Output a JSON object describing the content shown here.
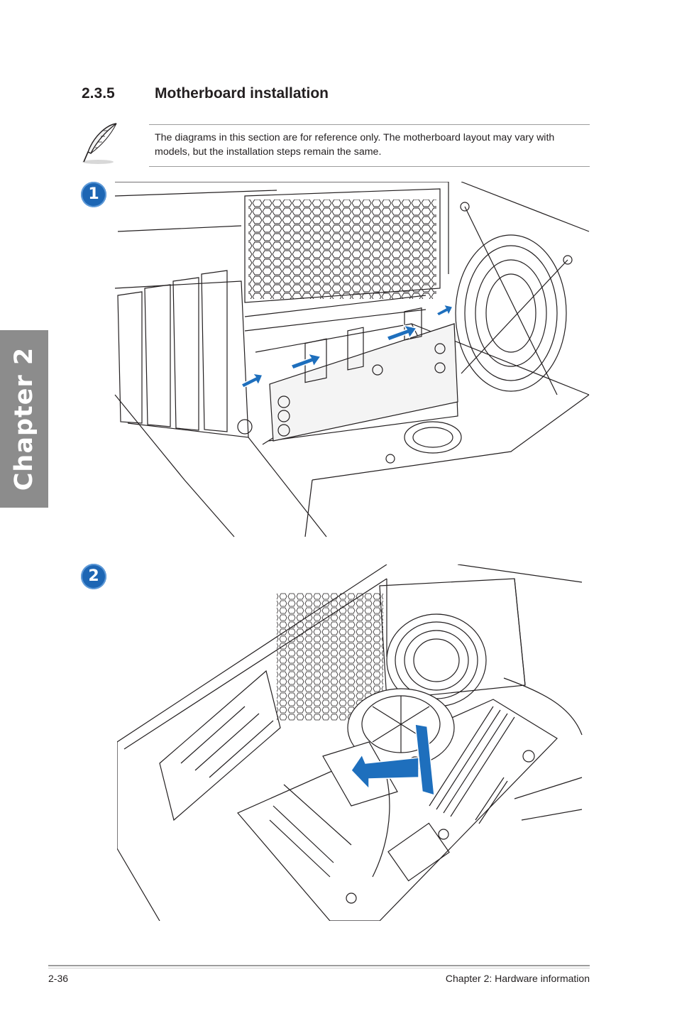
{
  "chapter_tab": {
    "label": "Chapter 2"
  },
  "section": {
    "number": "2.3.5",
    "title": "Motherboard installation"
  },
  "note": {
    "icon": "feather-pen-icon",
    "text": "The diagrams in this section are for reference only. The motherboard layout may vary with models, but the installation steps remain the same."
  },
  "steps": [
    {
      "badge": "1"
    },
    {
      "badge": "2"
    }
  ],
  "footer": {
    "page_number": "2-36",
    "chapter_title": "Chapter 2: Hardware information"
  },
  "colors": {
    "tab_gray": "#8c8c8c",
    "badge_blue": "#1d66b4",
    "arrow_blue": "#1e6fbd",
    "line_art": "#231f20"
  }
}
